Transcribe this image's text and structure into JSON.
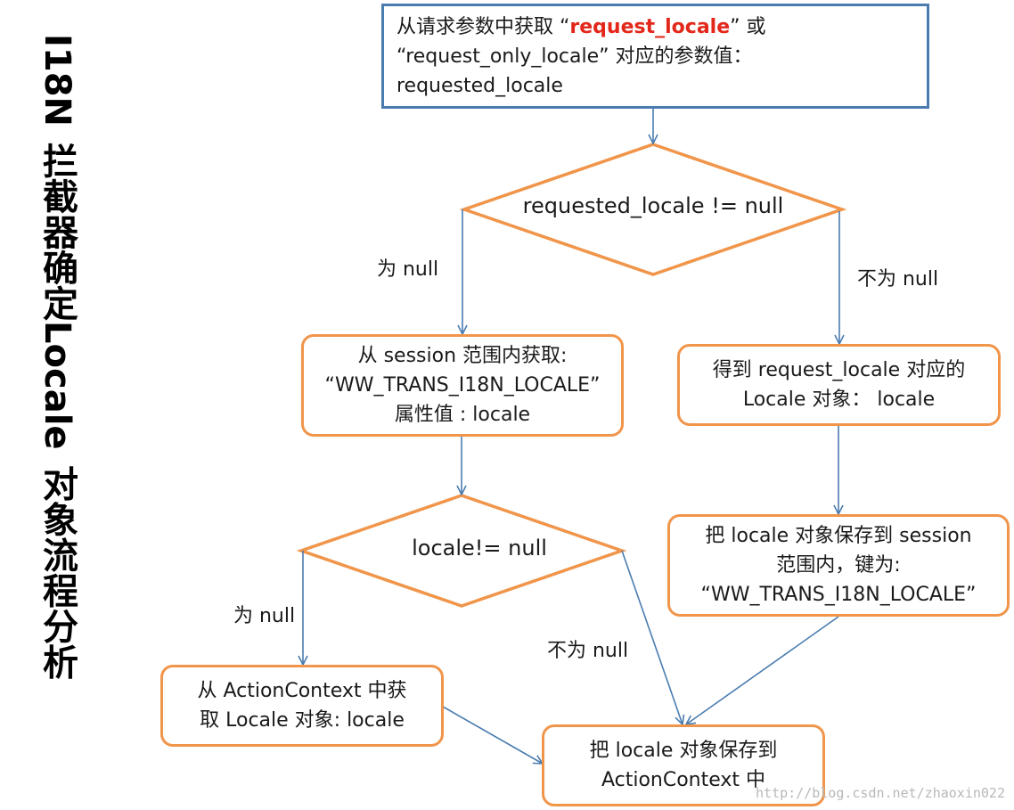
{
  "title": {
    "i18n": "I18N",
    "chars1": "拦截器确定",
    "locale": "Locale",
    "chars2": "对象流程分析"
  },
  "start_box": {
    "line1_prefix": "从请求参数中获取 “",
    "line1_highlight": "request_locale",
    "line1_suffix": "” 或",
    "line2": "“request_only_locale” 对应的参数值：",
    "line3": "requested_locale"
  },
  "decision1": {
    "text": "requested_locale != null"
  },
  "decision2": {
    "text": "locale!= null"
  },
  "session_box": {
    "line1": "从 session 范围内获取:",
    "line2": "“WW_TRANS_I18N_LOCALE”",
    "line3": "属性值 : locale"
  },
  "request_box": {
    "line1": "得到 request_locale 对应的",
    "line2": "Locale 对象： locale"
  },
  "save_session_box": {
    "line1": "把 locale 对象保存到 session",
    "line2": "范围内，键为:",
    "line3": "“WW_TRANS_I18N_LOCALE”"
  },
  "actioncontext_box": {
    "line1": "从 ActionContext 中获",
    "line2": "取 Locale 对象: locale"
  },
  "save_ac_box": {
    "line1": "把 locale 对象保存到",
    "line2": "ActionContext 中"
  },
  "labels": {
    "is_null_1": "为 null",
    "not_null_1": "不为 null",
    "is_null_2": "为 null",
    "not_null_2": "不为 null"
  },
  "colors": {
    "box_border": "#f0954a",
    "start_border": "#4a7cb0",
    "arrow": "#4a7cb0",
    "highlight": "#e3271a"
  },
  "watermark": "http://blog.csdn.net/zhaoxin022"
}
